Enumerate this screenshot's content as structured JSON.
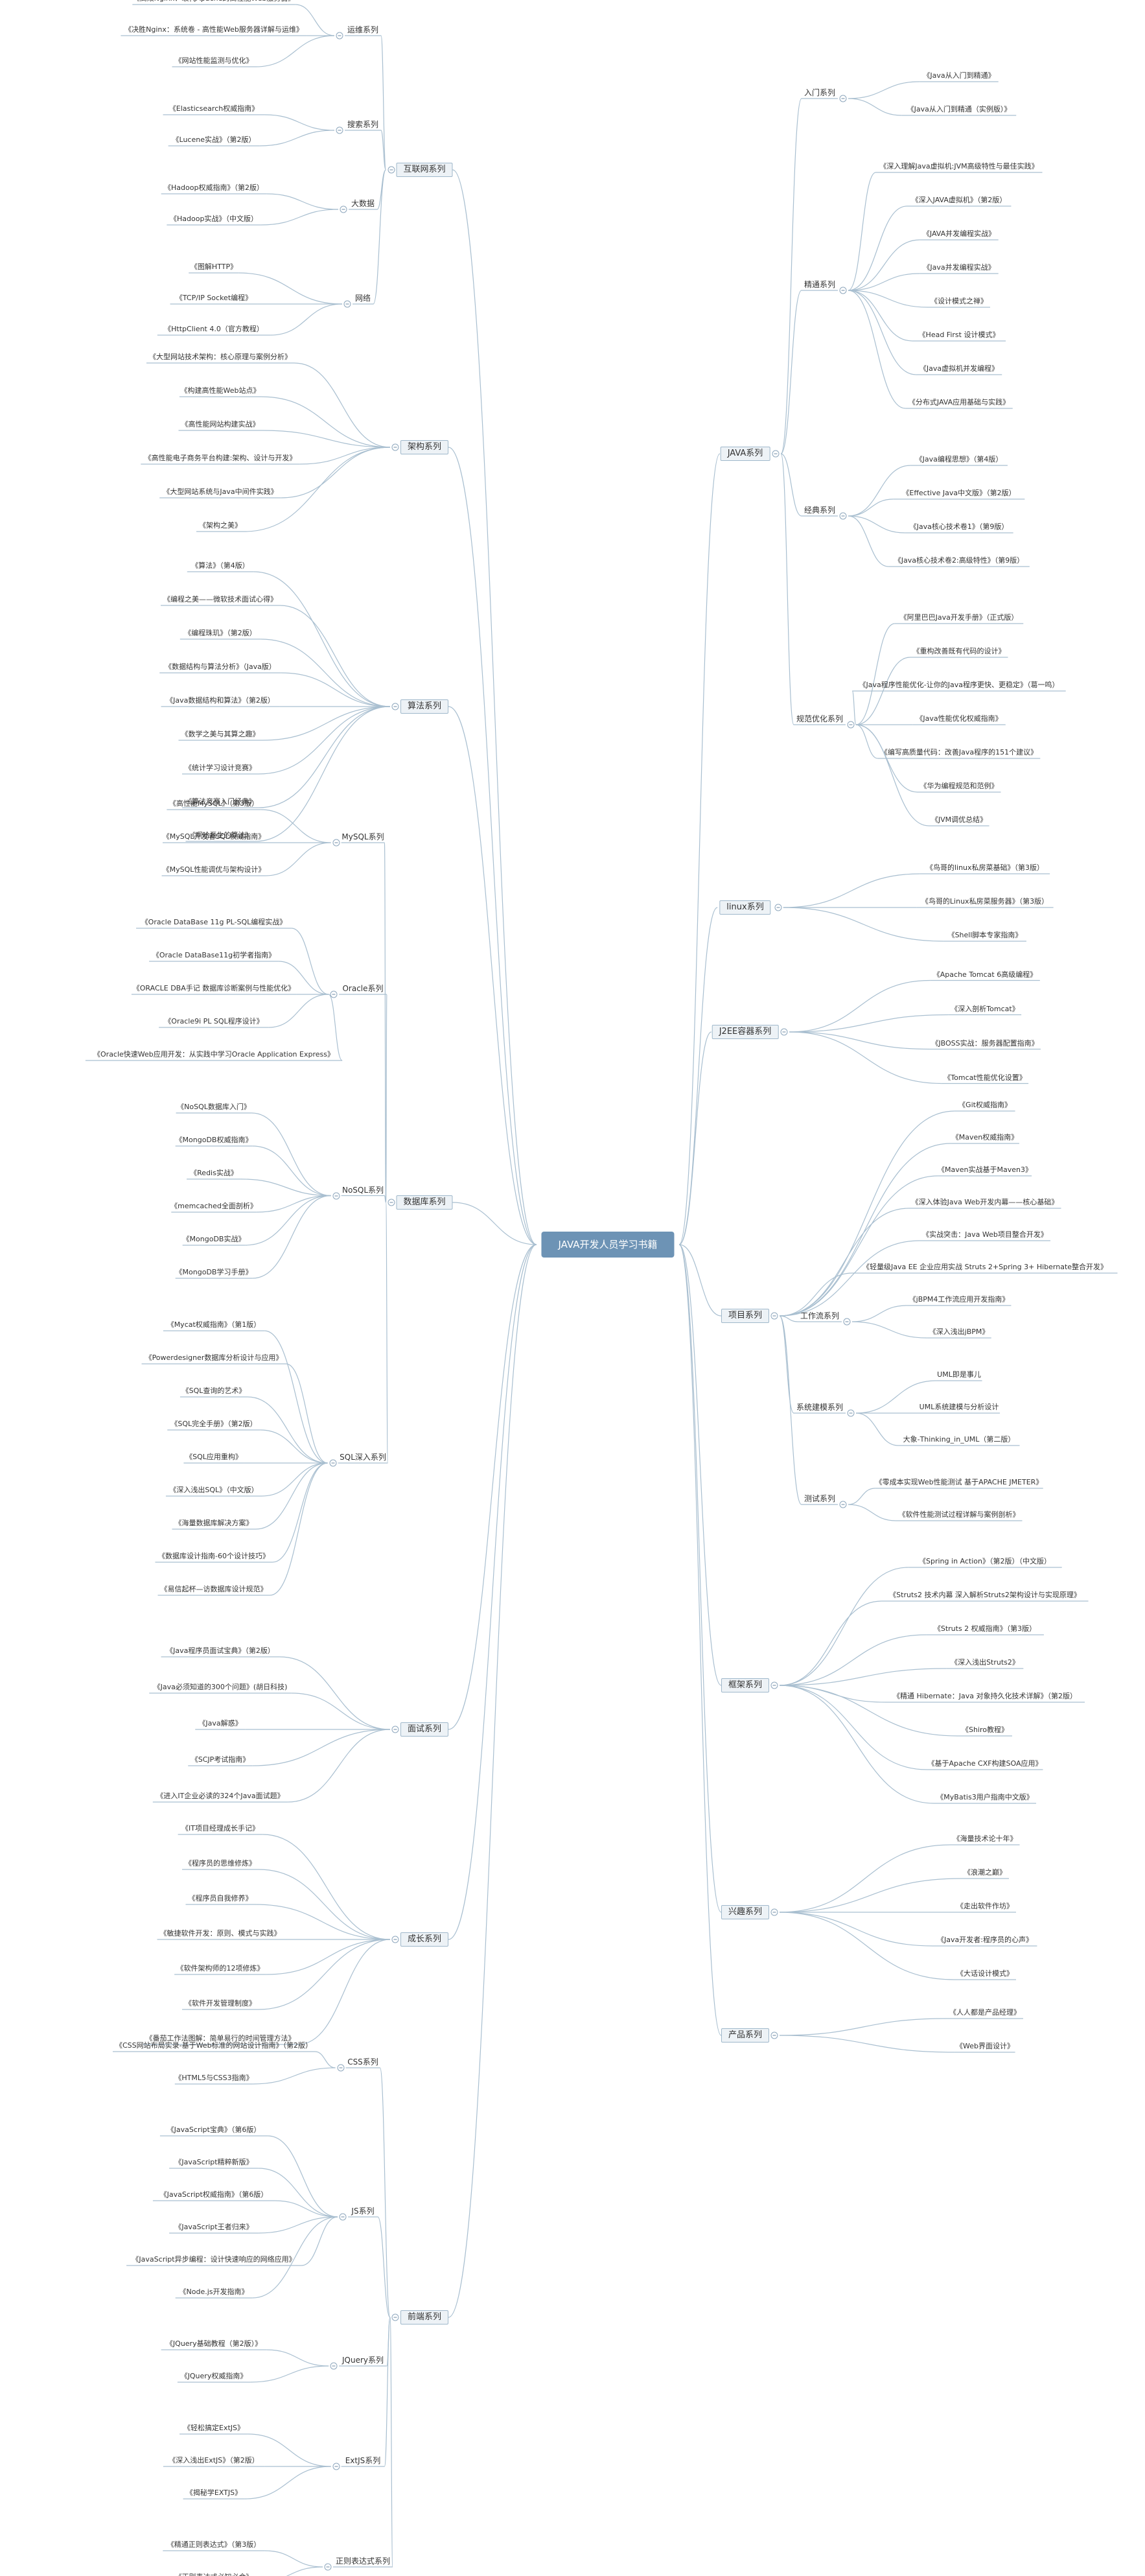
{
  "root": {
    "label": "JAVA开发人员学习书籍"
  },
  "branches": [
    {
      "label": "互联网系列",
      "side": "left",
      "children": [
        {
          "label": "运维系列",
          "children": [
            "《高效Nginx：取代Apache的高性能Web服务器》",
            "《决胜Nginx：系统卷 - 高性能Web服务器详解与运维》",
            "《网站性能监测与优化》"
          ]
        },
        {
          "label": "搜索系列",
          "children": [
            "《Elasticsearch权威指南》",
            "《Lucene实战》（第2版）"
          ]
        },
        {
          "label": "大数据",
          "children": [
            "《Hadoop权威指南》（第2版）",
            "《Hadoop实战》（中文版）"
          ]
        },
        {
          "label": "网络",
          "children": [
            "《图解HTTP》",
            "《TCP/IP Socket编程》",
            "《HttpClient 4.0（官方教程）"
          ]
        }
      ]
    },
    {
      "label": "架构系列",
      "side": "left",
      "children": [
        "《大型网站技术架构：核心原理与案例分析》",
        "《构建高性能Web站点》",
        "《高性能网站构建实战》",
        "《高性能电子商务平台构建:架构、设计与开发》",
        "《大型网站系统与Java中间件实践》",
        "《架构之美》"
      ]
    },
    {
      "label": "算法系列",
      "side": "left",
      "children": [
        "《算法》（第4版）",
        "《编程之美——微软技术面试心得》",
        "《编程珠玑》（第2版）",
        "《数据结构与算法分析》（Java版）",
        "《Java数据结构和算法》（第2版）",
        "《数学之美与其算之趣》",
        "《统计学习设计竞赛》",
        "《算法竞赛入门经典》",
        "《啊哈磊生的算法》"
      ]
    },
    {
      "label": "数据库系列",
      "side": "left",
      "children": [
        {
          "label": "MySQL系列",
          "children": [
            "《高性能MySQL》（第3版）",
            "《MySQL开发者SQL权威指南》",
            "《MySQL性能调优与架构设计》"
          ]
        },
        {
          "label": "Oracle系列",
          "children": [
            "《Oracle DataBase 11g PL-SQL编程实战》",
            "《Oracle DataBase11g初学者指南》",
            "《ORACLE DBA手记 数据库诊断案例与性能优化》",
            "《Oracle9i PL SQL程序设计》",
            "《Oracle快速Web应用开发：从实践中学习Oracle Application Express》"
          ]
        },
        {
          "label": "NoSQL系列",
          "children": [
            "《NoSQL数据库入门》",
            "《MongoDB权威指南》",
            "《Redis实战》",
            "《memcached全面剖析》",
            "《MongoDB实战》",
            "《MongoDB学习手册》"
          ]
        },
        {
          "label": "SQL深入系列",
          "children": [
            "《Mycat权威指南》（第1版）",
            "《Powerdesigner数据库分析设计与应用》",
            "《SQL查询的艺术》",
            "《SQL完全手册》（第2版）",
            "《SQL应用重构》",
            "《深入浅出SQL》（中文版）",
            "《海量数据库解决方案》",
            "《数据库设计指南-60个设计技巧》",
            "《易信起杯—访数据库设计规范》"
          ]
        }
      ]
    },
    {
      "label": "面试系列",
      "side": "left",
      "children": [
        "《Java程序员面试宝典》（第2版）",
        "《Java必须知道的300个问题》(胡日科技)",
        "《Java解惑》",
        "《SCJP考试指南》",
        "《进入IT企业必读的324个Java面试题》"
      ]
    },
    {
      "label": "成长系列",
      "side": "left",
      "children": [
        "《IT项目经理成长手记》",
        "《程序员的思维修炼》",
        "《程序员自我修养》",
        "《敏捷软件开发：原则、模式与实践》",
        "《软件架构师的12项修炼》",
        "《软件开发管理制度》",
        "《番茄工作法图解：简单易行的时间管理方法》"
      ]
    },
    {
      "label": "前端系列",
      "side": "left",
      "children": [
        {
          "label": "CSS系列",
          "children": [
            "《CSS网站布局实录-基于Web标准的网站设计指南》（第2版）",
            "《HTML5与CSS3指南》"
          ]
        },
        {
          "label": "JS系列",
          "children": [
            "《JavaScript宝典》（第6版）",
            "《JavaScript精粹新版》",
            "《JavaScript权威指南》（第6版）",
            "《JavaScript王者归来》",
            "《JavaScript异步编程：设计快速响应的网络应用》",
            "《Node.js开发指南》"
          ]
        },
        {
          "label": "JQuery系列",
          "children": [
            "《JQuery基础教程（第2版）》",
            "《JQuery权威指南》"
          ]
        },
        {
          "label": "ExtJS系列",
          "children": [
            "《轻松搞定ExtJS》",
            "《深入浅出ExtJS》（第2版）",
            "《揭秘学EXTJS》"
          ]
        },
        {
          "label": "正则表达式系列",
          "children": [
            "《精通正则表达式》（第3版）",
            "《正则表达式必知必会》"
          ]
        }
      ]
    },
    {
      "label": "JAVA系列",
      "side": "right",
      "children": [
        {
          "label": "入门系列",
          "children": [
            "《Java从入门到精通》",
            "《Java从入门到精通（实例版）》"
          ]
        },
        {
          "label": "精通系列",
          "children": [
            "《深入理解Java虚拟机:JVM高级特性与最佳实践》",
            "《深入JAVA虚拟机》（第2版）",
            "《JAVA并发编程实战》",
            "《Java并发编程实战》",
            "《设计模式之禅》",
            "《Head First 设计模式》",
            "《Java虚拟机并发编程》",
            "《分布式JAVA应用基础与实践》"
          ]
        },
        {
          "label": "经典系列",
          "children": [
            "《Java编程思想》（第4版）",
            "《Effective Java中文版》（第2版）",
            "《Java核心技术卷1》（第9版）",
            "《Java核心技术卷2:高级特性》（第9版）"
          ]
        },
        {
          "label": "规范优化系列",
          "children": [
            "《阿里巴巴Java开发手册》（正式版）",
            "《重构改善既有代码的设计》",
            "《Java程序性能优化-让你的Java程序更快、更稳定》（葛一鸣）",
            "《Java性能优化权威指南》",
            "《编写高质量代码：改善Java程序的151个建议》",
            "《华为编程规范和范例》",
            "《JVM调优总结》"
          ]
        }
      ]
    },
    {
      "label": "linux系列",
      "side": "right",
      "children": [
        "《鸟哥的linux私房菜基础》（第3版）",
        "《鸟哥的Linux私房菜服务器》（第3版）",
        "《Shell脚本专家指南》"
      ]
    },
    {
      "label": "J2EE容器系列",
      "side": "right",
      "children": [
        "《Apache Tomcat 6高级编程》",
        "《深入剖析Tomcat》",
        "《JBOSS实战：服务器配置指南》",
        "《Tomcat性能优化设置》"
      ]
    },
    {
      "label": "项目系列",
      "side": "right",
      "children": [
        "《Git权威指南》",
        "《Maven权威指南》",
        "《Maven实战基于Maven3》",
        "《深入体验Java Web开发内幕——核心基础》",
        "《实战突击：Java Web项目整合开发》",
        "《轻量级Java EE 企业应用实战 Struts 2+Spring 3+ Hibernate整合开发》",
        {
          "label": "工作流系列",
          "children": [
            "《jBPM4工作流应用开发指南》",
            "《深入浅出jBPM》"
          ]
        },
        {
          "label": "系统建模系列",
          "children": [
            "UML即是事儿",
            "UML系统建模与分析设计",
            "大象-Thinking_in_UML（第二版）"
          ]
        },
        {
          "label": "测试系列",
          "children": [
            "《零成本实现Web性能测试 基于APACHE JMETER》",
            "《软件性能测试过程详解与案例剖析》"
          ]
        }
      ]
    },
    {
      "label": "框架系列",
      "side": "right",
      "children": [
        "《Spring in Action》（第2版）（中文版）",
        "《Struts2 技术内幕 深入解析Struts2架构设计与实现原理》",
        "《Struts 2 权威指南》（第3版）",
        "《深入浅出Struts2》",
        "《精通 Hibernate：Java 对象持久化技术详解》（第2版）",
        "《Shiro教程》",
        "《基于Apache CXF构建SOA应用》",
        "《MyBatis3用户指南中文版》"
      ]
    },
    {
      "label": "兴趣系列",
      "side": "right",
      "children": [
        "《海量技术论十年》",
        "《浪潮之巅》",
        "《走出软件作坊》",
        "《Java开发者:程序员的心声》",
        "《大话设计模式》"
      ]
    },
    {
      "label": "产品系列",
      "side": "right",
      "children": [
        "《人人都是产品经理》",
        "《Web界面设计》"
      ]
    }
  ]
}
